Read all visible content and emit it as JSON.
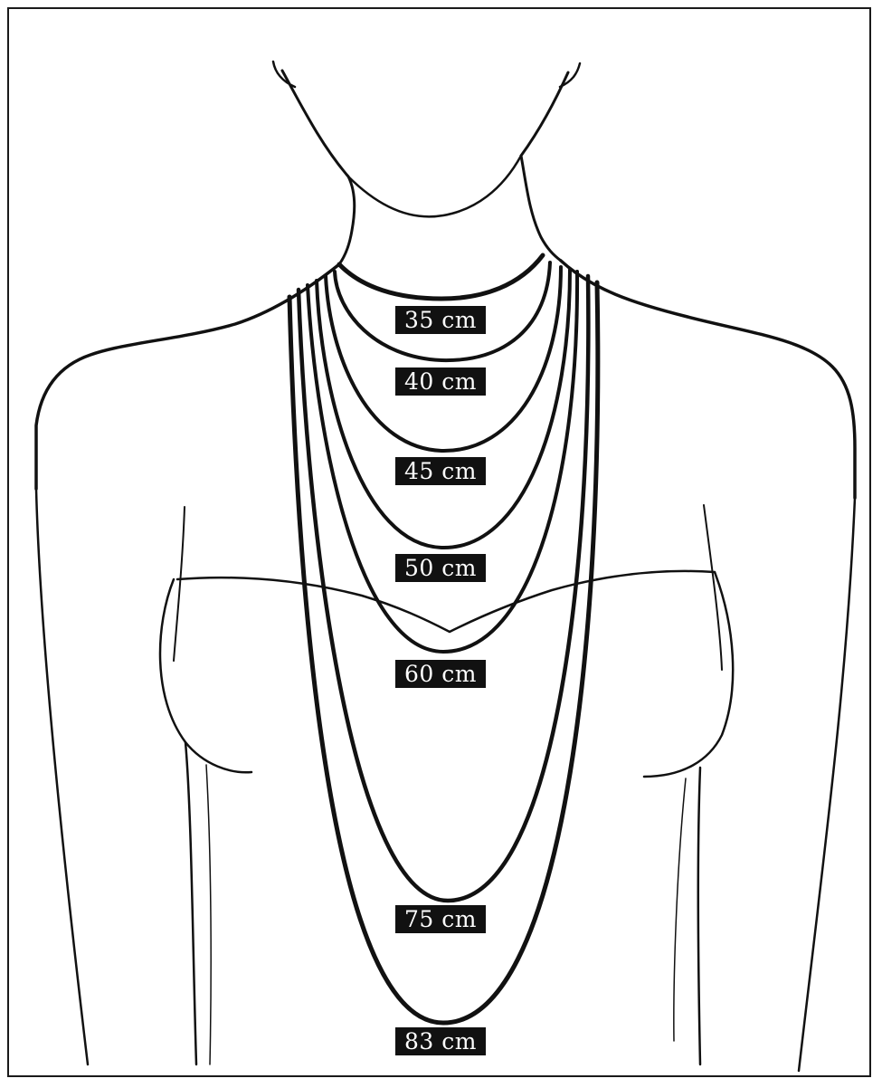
{
  "diagram": {
    "colors": {
      "line": "#111111",
      "label_background": "#111111",
      "label_text": "#ffffff",
      "background": "#ffffff"
    },
    "necklace_lengths": [
      {
        "id": "35",
        "label": "35 cm"
      },
      {
        "id": "40",
        "label": "40 cm"
      },
      {
        "id": "45",
        "label": "45 cm"
      },
      {
        "id": "50",
        "label": "50 cm"
      },
      {
        "id": "60",
        "label": "60 cm"
      },
      {
        "id": "75",
        "label": "75 cm"
      },
      {
        "id": "83",
        "label": "83 cm"
      }
    ]
  }
}
